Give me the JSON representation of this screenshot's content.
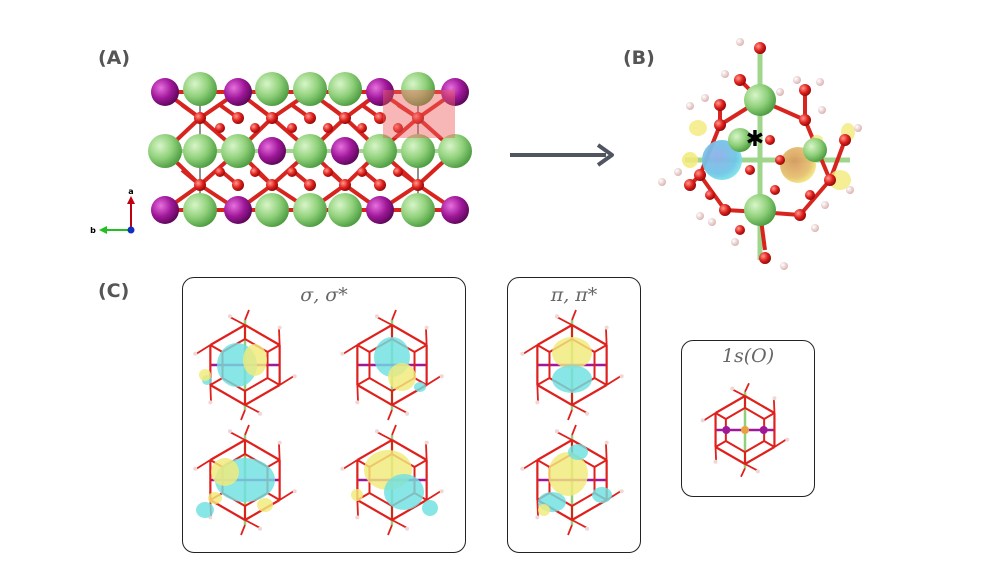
{
  "panels": {
    "a": {
      "label": "(A)"
    },
    "b": {
      "label": "(B)"
    },
    "c": {
      "label": "(C)"
    }
  },
  "axes": {
    "a": "a",
    "b": "b"
  },
  "star": "✱",
  "groups": {
    "sigma": {
      "title": "σ, σ*"
    },
    "pi": {
      "title": "π, π*"
    },
    "core": {
      "title": "1s(O)"
    }
  },
  "colors": {
    "green_atom": "#8fd07a",
    "purple_atom": "#a0189a",
    "red_atom": "#e0201c",
    "hydrogen": "#f1d6d6",
    "iso_yellow": "#f2ea7a",
    "iso_cyan": "#6fe0e2",
    "arrow": "#505560"
  }
}
